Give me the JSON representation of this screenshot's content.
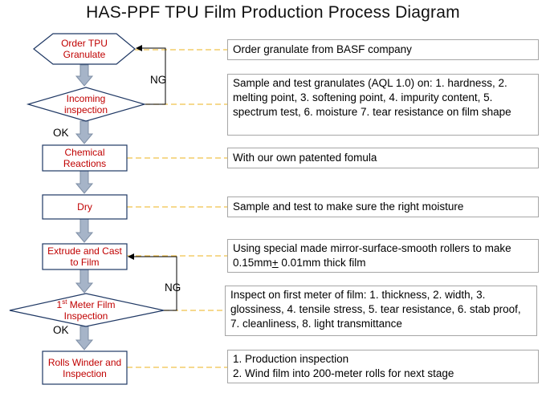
{
  "title": "HAS-PPF TPU Film Production Process Diagram",
  "steps": [
    {
      "id": "order",
      "shape": "hexagon",
      "label": "Order TPU Granulate",
      "note": "Order granulate  from BASF company"
    },
    {
      "id": "incoming",
      "shape": "diamond",
      "label": "Incoming inspection",
      "note": "Sample and test granulates (AQL 1.0) on: 1. hardness, 2. melting point, 3. softening point, 4. impurity content, 5. spectrum test, 6. moisture 7. tear resistance  on film shape"
    },
    {
      "id": "chemical",
      "shape": "rect",
      "label": "Chemical Reactions",
      "note": "With our own patented  fomula"
    },
    {
      "id": "dry",
      "shape": "rect",
      "label": "Dry",
      "note": "Sample and test to make sure the right moisture"
    },
    {
      "id": "extrude",
      "shape": "rect",
      "label": "Extrude and Cast to Film",
      "note_pre": "Using special made mirror-surface-smooth rollers to make 0.15mm",
      "note_pm": "+",
      "note_post": " 0.01mm thick film"
    },
    {
      "id": "meter",
      "shape": "diamond",
      "label_num": "1",
      "label_sup": "st",
      "label_rest": " Meter Film Inspection",
      "note": "Inspect on first meter of film: 1. thickness, 2. width, 3. glossiness, 4. tensile stress, 5. tear resistance, 6. stab proof,  7. cleanliness, 8. light transmittance"
    },
    {
      "id": "rolls",
      "shape": "rect",
      "label": "Rolls Winder and Inspection",
      "note_lines": [
        "1. Production inspection",
        "2. Wind film into 200-meter rolls  for next stage"
      ]
    }
  ],
  "branch_labels": {
    "ng_1": "NG",
    "ok_1": "OK",
    "ng_2": "NG",
    "ok_2": "OK"
  },
  "colors": {
    "node_text": "#c00000",
    "node_border": "#1f3864",
    "node_fill": "#ffffff",
    "arrow_fill": "#a6b4c8",
    "arrow_stroke": "#7f8fa6",
    "connector_dash": "#f0c24b",
    "note_border": "#a6a6a6"
  }
}
